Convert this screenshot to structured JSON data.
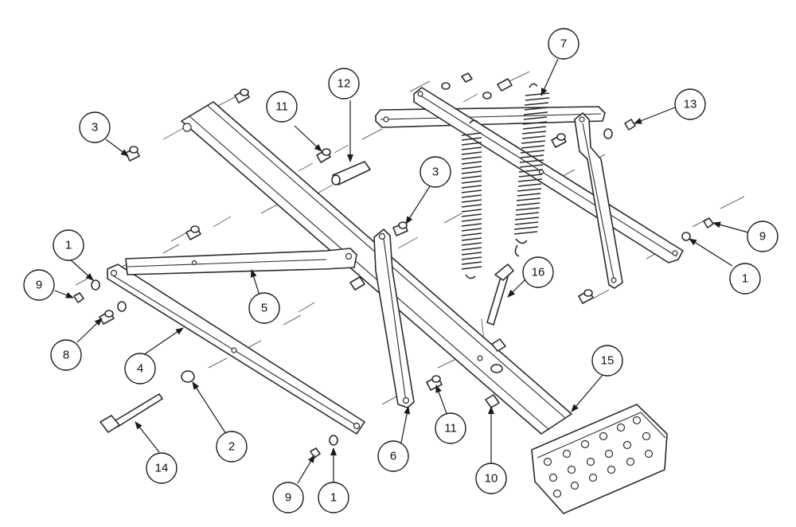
{
  "callouts": [
    {
      "label": "1"
    },
    {
      "label": "1"
    },
    {
      "label": "1"
    },
    {
      "label": "2"
    },
    {
      "label": "3"
    },
    {
      "label": "3"
    },
    {
      "label": "4"
    },
    {
      "label": "5"
    },
    {
      "label": "6"
    },
    {
      "label": "7"
    },
    {
      "label": "8"
    },
    {
      "label": "9"
    },
    {
      "label": "9"
    },
    {
      "label": "9"
    },
    {
      "label": "10"
    },
    {
      "label": "11"
    },
    {
      "label": "11"
    },
    {
      "label": "12"
    },
    {
      "label": "13"
    },
    {
      "label": "14"
    },
    {
      "label": "15"
    },
    {
      "label": "16"
    }
  ],
  "colors": {
    "line": "#2b2b2b",
    "background": "#ffffff"
  }
}
